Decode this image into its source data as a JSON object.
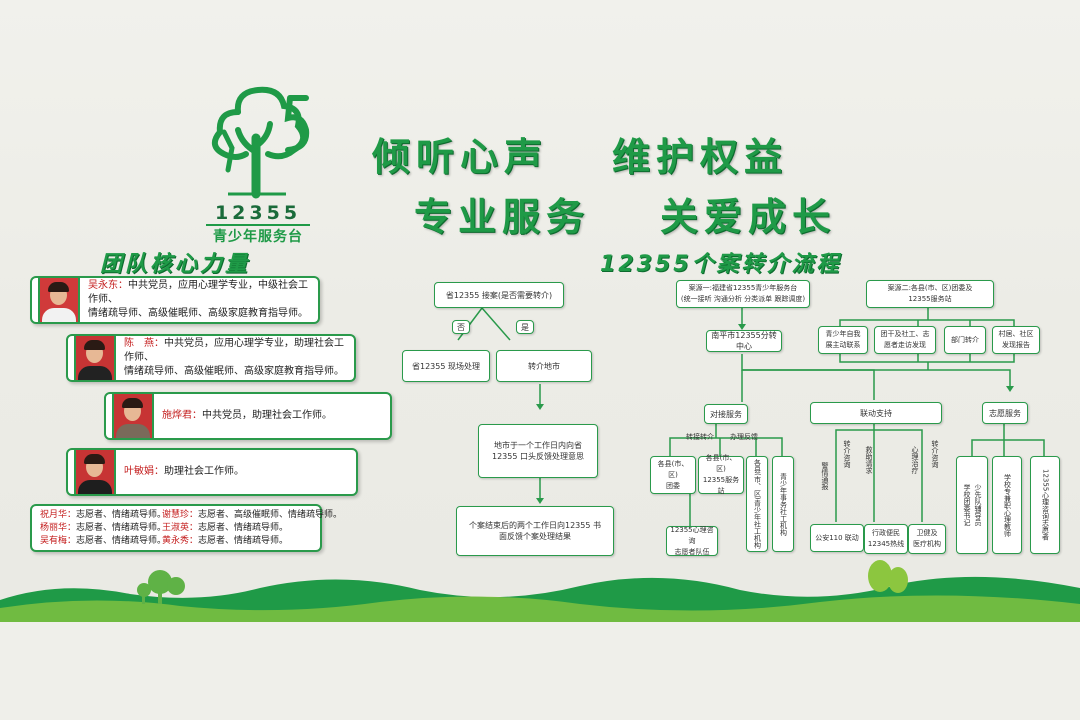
{
  "logo": {
    "number": "12355",
    "name": "青少年服务台"
  },
  "slogans": {
    "line1a": "倾听心声",
    "line1b": "维护权益",
    "line2a": "专业服务",
    "line2b": "关爱成长"
  },
  "team": {
    "title": "团队核心力量",
    "members": [
      {
        "name": "吴永东：",
        "line1": "中共党员，应用心理学专业，中级社会工作师、",
        "line2": "情绪疏导师、高级催眠师、高级家庭教育指导师。"
      },
      {
        "name": "陈　燕：",
        "line1": "中共党员，应用心理学专业，助理社会工作师、",
        "line2": "情绪疏导师、高级催眠师、高级家庭教育指导师。"
      },
      {
        "name": "施烨君：",
        "line1": "中共党员，助理社会工作师。",
        "line2": ""
      },
      {
        "name": "叶敏娟：",
        "line1": "助理社会工作师。",
        "line2": ""
      }
    ],
    "volunteers": [
      {
        "n1": "祝月华：",
        "d1": "志愿者、情绪疏导师。",
        "n2": "谢慧珍：",
        "d2": "志愿者、高级催眠师、情绪疏导师。"
      },
      {
        "n1": "杨丽华：",
        "d1": "志愿者、情绪疏导师。",
        "n2": "王淑英：",
        "d2": "志愿者、情绪疏导师。"
      },
      {
        "n1": "吴有梅：",
        "d1": "志愿者、情绪疏导师。",
        "n2": "黄永秀：",
        "d2": "志愿者、情绪疏导师。"
      }
    ]
  },
  "flow": {
    "title": "12355个案转介流程",
    "left": {
      "start": "省12355 接案(是否需要转介)",
      "no": "否",
      "yes": "是",
      "local": "省12355 现场处理",
      "transfer": "转介地市",
      "city": "地市于一个工作日内向省\n12355 口头反馈处理意思",
      "close": "个案结束后的两个工作日向12355 书\n面反馈个案处理结果"
    },
    "right": {
      "src1": "案源一:福建省12355青少年服务台\n(统一接听 沟通分析 分类派单 跟踪调度)",
      "src2": "案源二:各县(市、区)团委及\n12355服务站",
      "nanping": "南平市12355分转中心",
      "s1": "青少年自我\n展主动联系",
      "s2": "团干及社工、志\n愿者走访发现",
      "s3": "部门转介",
      "s4": "村居、社区\n发现报告",
      "dock": "对接服务",
      "linkage": "联动支持",
      "volunteer": "志愿服务",
      "tr": "转接转介",
      "handle": "办理反馈",
      "county_league": "各县(市、区)\n团委",
      "county_station": "各县(市、区)\n12355服务站",
      "social_org": "各县(市、区)青少年社工机构",
      "youth_work": "青少年事务社工机构",
      "counsel_team": "12355心理咨询\n志愿者队伍",
      "alarm": "警情通报",
      "transfer_consult": "转介咨询",
      "relief": "救助请求",
      "medical_req": "心理治疗",
      "police": "公安110 联动",
      "hotline": "行政便民\n12345热线",
      "health": "卫健及\n医疗机构",
      "v1": "少先队辅导员\n学校团委书记",
      "v2": "学校专兼职心理教师",
      "v3": "12355心理咨询志愿者"
    }
  }
}
